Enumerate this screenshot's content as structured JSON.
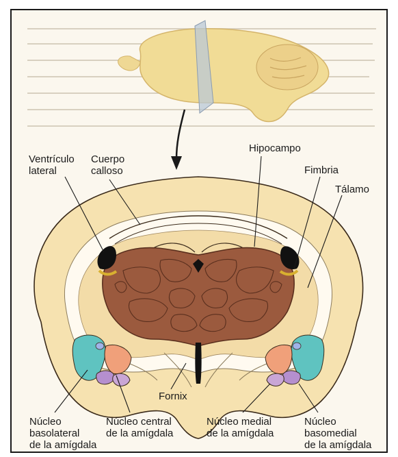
{
  "labels": {
    "ventriculo_lateral": [
      "Ventrículo",
      "lateral"
    ],
    "cuerpo_calloso": [
      "Cuerpo",
      "calloso"
    ],
    "hipocampo": "Hipocampo",
    "fimbria": "Fimbria",
    "talamo": "Tálamo",
    "fornix": "Fornix",
    "nucleo_basolateral": [
      "Núcleo",
      "basolateral",
      "de la amígdala"
    ],
    "nucleo_central": [
      "Núcleo central",
      "de la amígdala"
    ],
    "nucleo_medial": [
      "Núcleo medial",
      "de la amígdala"
    ],
    "nucleo_basomedial": [
      "Núcleo",
      "basomedial",
      "de la amígdala"
    ]
  },
  "colors": {
    "background_page": "#fbf7ee",
    "brain_tissue": "#f6e2b0",
    "white_matter": "#fffaf0",
    "thalamus": "#9b5a3e",
    "thalamus_outline": "#5a2f1e",
    "ventricle": "#111111",
    "basolateral": "#5fc3c0",
    "central": "#f0a07a",
    "medial": "#c9a6d6",
    "basomedial": "#b58fce",
    "whole_brain": "#f1dc96",
    "cut_plane": "#b9c8d6"
  }
}
